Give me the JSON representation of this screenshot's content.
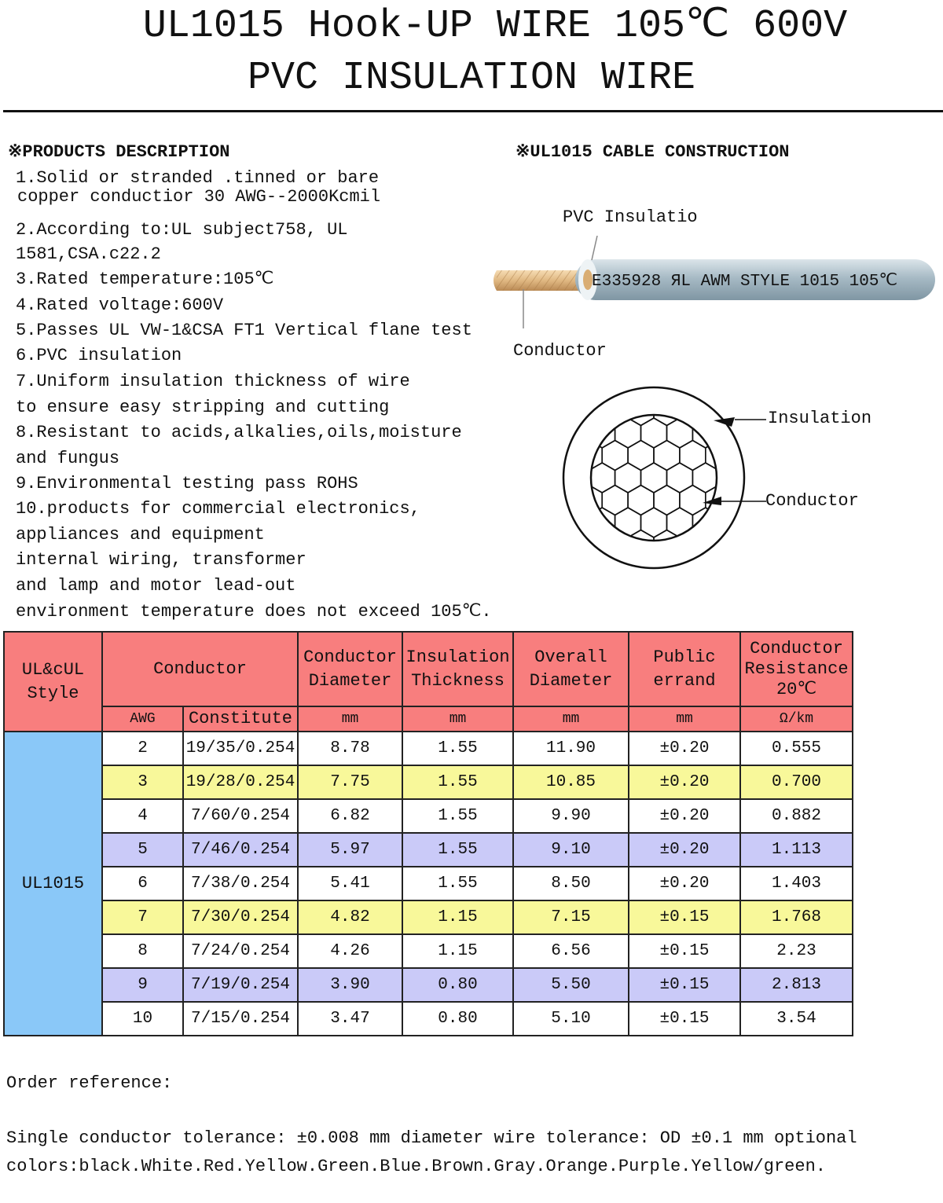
{
  "title": {
    "line1": "UL1015 Hook-UP WIRE 105℃ 600V",
    "line2": "PVC INSULATION WIRE"
  },
  "description": {
    "heading": "※PRODUCTS DESCRIPTION",
    "lines": [
      "1.Solid or stranded .tinned or bare",
      "copper conductior 30 AWG--2000Kcmil",
      "2.According to:UL subject758, UL",
      "1581,CSA.c22.2",
      "3.Rated temperature:105℃",
      "4.Rated voltage:600V",
      "5.Passes UL VW-1&CSA FT1 Vertical flane  test",
      "6.PVC insulation",
      "7.Uniform insulation thickness of wire",
      "to ensure easy stripping and cutting",
      "8.Resistant to acids,alkalies,oils,moisture",
      " and fungus",
      "9.Environmental testing pass ROHS",
      "10.products for commercial electronics,",
      "appliances and equipment",
      "internal wiring, transformer",
      "and lamp and motor lead-out",
      "environment temperature does not exceed 105℃."
    ]
  },
  "construction": {
    "heading": "※UL1015 CABLE CONSTRUCTION",
    "pvc_label": "PVC Insulatio",
    "cable_print": "E335928 ЯL AWM STYLE 1015 105℃",
    "conductor_label_side": "Conductor",
    "insulation_label": "Insulation",
    "conductor_label": "Conductor",
    "colors": {
      "jacket": "#9fb3bf",
      "copper": "#e0b882"
    }
  },
  "table": {
    "headers": {
      "style": "UL&cUL Style",
      "conductor": "Conductor",
      "awg": "AWG",
      "constitute": "Constitute",
      "cond_dia_1": "Conductor",
      "cond_dia_2": "Diameter",
      "ins_1": "Insulation",
      "ins_2": "Thickness",
      "od_1": "Overall",
      "od_2": "Diameter",
      "pub_1": "Public",
      "pub_2": "errand",
      "res_1": "Conductor",
      "res_2": "Resistance",
      "res_3": "20℃"
    },
    "units": {
      "cond_dia": "mm",
      "ins": "mm",
      "od": "mm",
      "pub": "mm",
      "res": "Ω/km"
    },
    "style_value": "UL1015",
    "rows": [
      {
        "awg": "2",
        "constitute": "19/35/0.254",
        "cond_dia": "8.78",
        "ins": "1.55",
        "od": "11.90",
        "pub": "±0.20",
        "res": "0.555",
        "color": "white"
      },
      {
        "awg": "3",
        "constitute": "19/28/0.254",
        "cond_dia": "7.75",
        "ins": "1.55",
        "od": "10.85",
        "pub": "±0.20",
        "res": "0.700",
        "color": "yellow"
      },
      {
        "awg": "4",
        "constitute": "7/60/0.254",
        "cond_dia": "6.82",
        "ins": "1.55",
        "od": "9.90",
        "pub": "±0.20",
        "res": "0.882",
        "color": "white"
      },
      {
        "awg": "5",
        "constitute": "7/46/0.254",
        "cond_dia": "5.97",
        "ins": "1.55",
        "od": "9.10",
        "pub": "±0.20",
        "res": "1.113",
        "color": "purple"
      },
      {
        "awg": "6",
        "constitute": "7/38/0.254",
        "cond_dia": "5.41",
        "ins": "1.55",
        "od": "8.50",
        "pub": "±0.20",
        "res": "1.403",
        "color": "white"
      },
      {
        "awg": "7",
        "constitute": "7/30/0.254",
        "cond_dia": "4.82",
        "ins": "1.15",
        "od": "7.15",
        "pub": "±0.15",
        "res": "1.768",
        "color": "yellow"
      },
      {
        "awg": "8",
        "constitute": "7/24/0.254",
        "cond_dia": "4.26",
        "ins": "1.15",
        "od": "6.56",
        "pub": "±0.15",
        "res": "2.23",
        "color": "white"
      },
      {
        "awg": "9",
        "constitute": "7/19/0.254",
        "cond_dia": "3.90",
        "ins": "0.80",
        "od": "5.50",
        "pub": "±0.15",
        "res": "2.813",
        "color": "purple"
      },
      {
        "awg": "10",
        "constitute": "7/15/0.254",
        "cond_dia": "3.47",
        "ins": "0.80",
        "od": "5.10",
        "pub": "±0.15",
        "res": "3.54",
        "color": "white"
      }
    ],
    "colors": {
      "header": "#f87e7e",
      "style_column": "#8ac8f8",
      "yellow_row": "#f8f89a",
      "purple_row": "#cacaf8"
    }
  },
  "order": {
    "heading": "Order reference:",
    "tolerance": "Single conductor tolerance: ±0.008 mm  diameter wire tolerance: OD ±0.1 mm optional",
    "colors": "colors:black.White.Red.Yellow.Green.Blue.Brown.Gray.Orange.Purple.Yellow/green."
  }
}
